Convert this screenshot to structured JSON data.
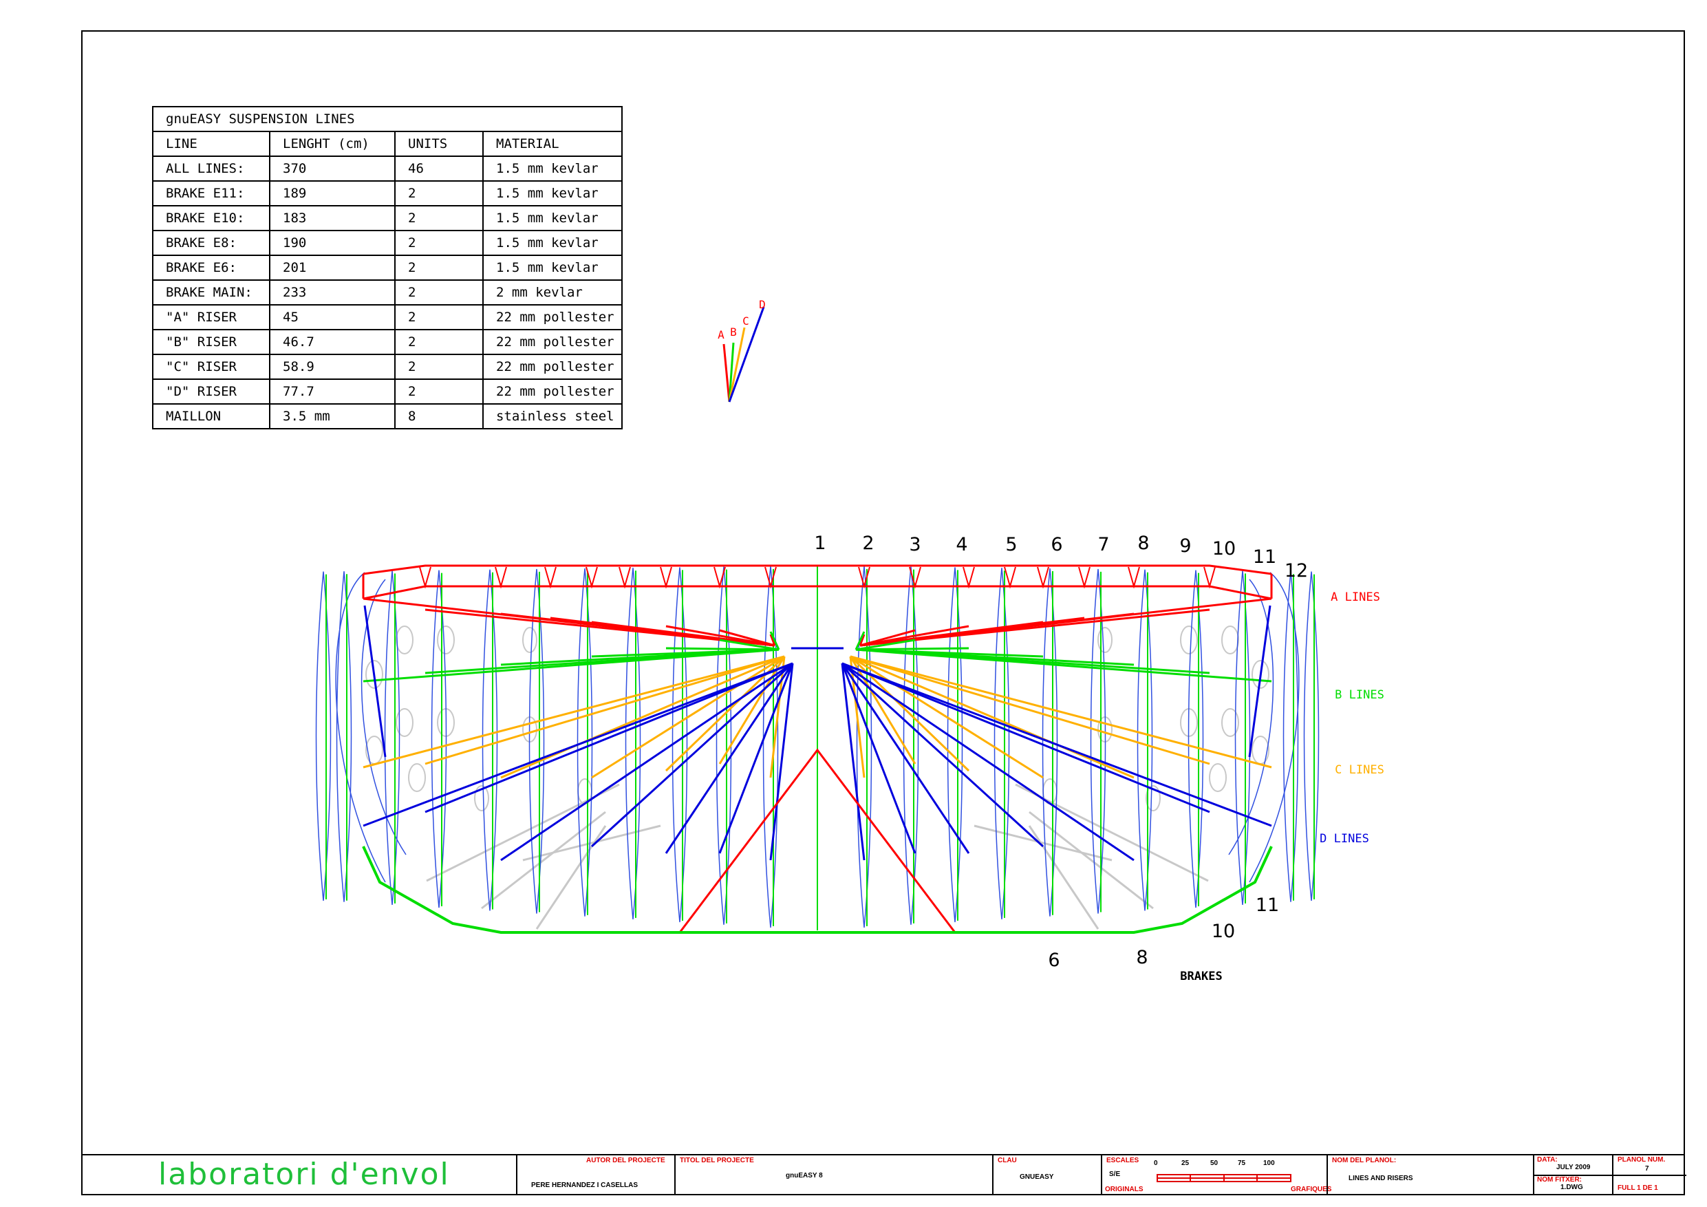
{
  "table": {
    "title": "gnuEASY SUSPENSION LINES",
    "headers": [
      "LINE",
      "LENGHT (cm)",
      "UNITS",
      "MATERIAL"
    ],
    "rows": [
      [
        "ALL LINES:",
        "370",
        "46",
        "1.5 mm kevlar"
      ],
      [
        "BRAKE E11:",
        "189",
        "2",
        "1.5 mm kevlar"
      ],
      [
        "BRAKE E10:",
        "183",
        "2",
        "1.5 mm kevlar"
      ],
      [
        "BRAKE E8:",
        "190",
        "2",
        "1.5 mm kevlar"
      ],
      [
        "BRAKE E6:",
        "201",
        "2",
        "1.5 mm kevlar"
      ],
      [
        "BRAKE MAIN:",
        "233",
        "2",
        "2 mm kevlar"
      ],
      [
        "\"A\" RISER",
        "45",
        "2",
        "22 mm pollester"
      ],
      [
        "\"B\" RISER",
        "46.7",
        "2",
        "22 mm pollester"
      ],
      [
        "\"C\" RISER",
        "58.9",
        "2",
        "22 mm pollester"
      ],
      [
        "\"D\" RISER",
        "77.7",
        "2",
        "22 mm pollester"
      ],
      [
        "MAILLON",
        "3.5 mm",
        "8",
        "stainless steel"
      ]
    ]
  },
  "riser_labels": [
    "A",
    "B",
    "C",
    "D"
  ],
  "rib_numbers": [
    "1",
    "2",
    "3",
    "4",
    "5",
    "6",
    "7",
    "8",
    "9",
    "10",
    "11",
    "12"
  ],
  "brake_numbers": [
    "6",
    "8",
    "10",
    "11"
  ],
  "brakes_label": "BRAKES",
  "legend": {
    "a": "A LINES",
    "b": "B LINES",
    "c": "C LINES",
    "d": "D LINES"
  },
  "colors": {
    "a": "#ff0000",
    "b": "#00dd00",
    "c": "#ffb000",
    "d": "#0000dd",
    "rib": "#3050e0",
    "grey": "#c8c8c8"
  },
  "titleblock": {
    "brand": "laboratori d'envol",
    "autor_label": "AUTOR DEL PROJECTE",
    "autor": "PERE HERNANDEZ I CASELLAS",
    "titol_label": "TITOL DEL PROJECTE",
    "titol": "gnuEASY 8",
    "clau_label": "CLAU",
    "clau": "GNUEASY",
    "escales_label": "ESCALES",
    "escala": "S/E",
    "originals_label": "ORIGINALS",
    "grafiques_label": "GRAFIQUES",
    "scale_ticks": [
      "0",
      "25",
      "50",
      "75",
      "100"
    ],
    "nom_label": "NOM DEL PLANOL:",
    "nom": "LINES AND RISERS",
    "data_label": "DATA:",
    "data": "JULY 2009",
    "fitxer_label": "NOM FITXER:",
    "fitxer": "1.DWG",
    "planol_label": "PLANOL NUM.",
    "planol": "7",
    "full_label": "FULL 1 DE 1"
  }
}
